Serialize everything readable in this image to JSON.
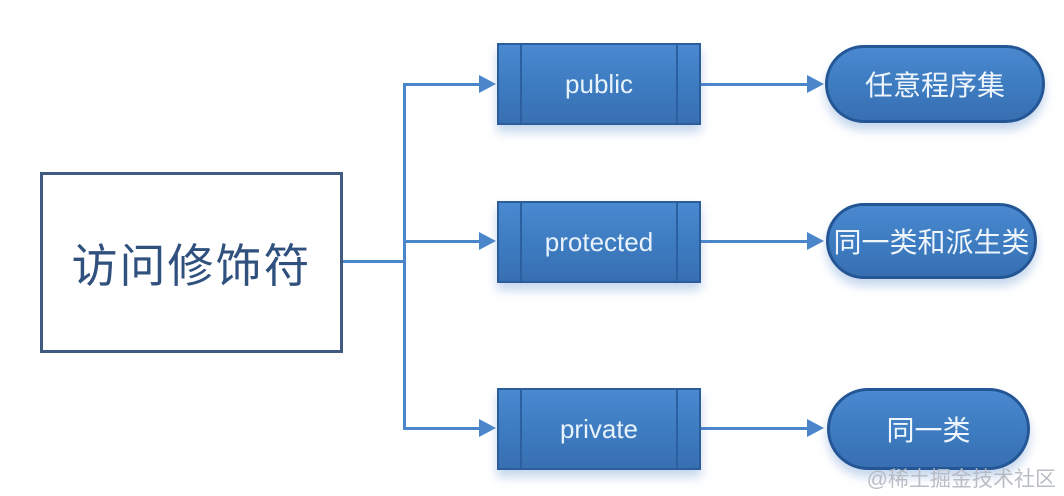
{
  "diagram": {
    "root_label": "访问修饰符",
    "branches": [
      {
        "modifier": "public",
        "scope": "任意程序集"
      },
      {
        "modifier": "protected",
        "scope": "同一类和派生类"
      },
      {
        "modifier": "private",
        "scope": "同一类"
      }
    ]
  },
  "watermark": "@稀土掘金技术社区",
  "colors": {
    "node_fill": "#3d7bc0",
    "node_border": "#2b5c9c",
    "pill_border": "#245695",
    "connector": "#4a86c9",
    "root_border": "#415a7f",
    "root_text": "#30517e",
    "node_text": "#e8f2fc",
    "watermark_text": "#b6bac2",
    "background": "#ffffff"
  }
}
